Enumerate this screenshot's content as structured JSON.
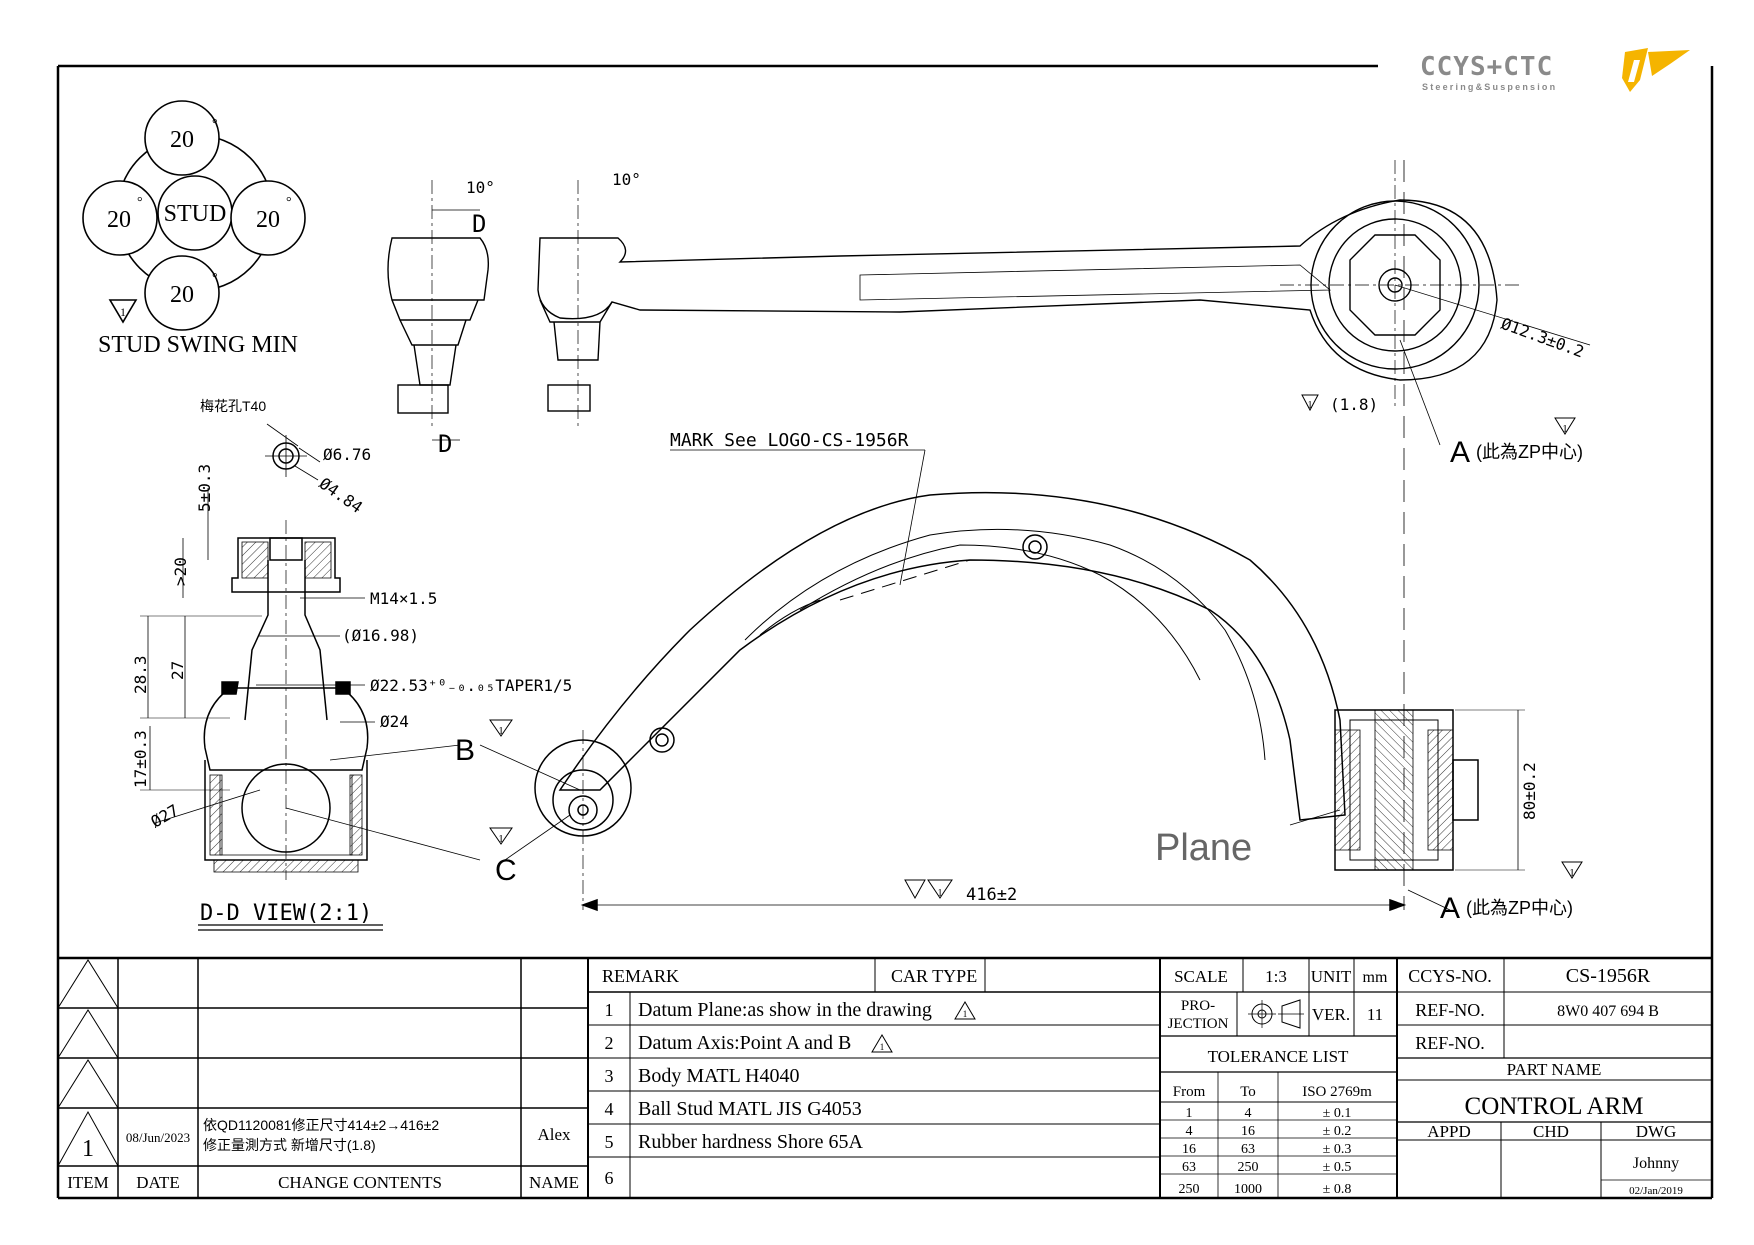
{
  "logo": {
    "brand": "CCYS+CTC",
    "tagline": "Steering&Suspension",
    "accent": "#f5b400",
    "grey": "#8a8a8a"
  },
  "stud_swing": {
    "center": "STUD",
    "top": "20",
    "left": "20",
    "right": "20",
    "bottom": "20",
    "deg": "°",
    "tri_numeral": "1",
    "caption": "STUD SWING MIN"
  },
  "dd_view": {
    "torx_label": "梅花孔T40",
    "d676": "Ø6.76",
    "d484": "Ø4.84",
    "d5": "5±0.3",
    "gt20": ">20",
    "thread": "M14×1.5",
    "d1698": "(Ø16.98)",
    "d2253": "Ø22.53⁺⁰₋₀.₀₅TAPER1/5",
    "d24": "Ø24",
    "d27": "Ø27",
    "h283": "28.3",
    "h27": "27",
    "h17": "17±0.3",
    "title": "D-D VIEW(2:1)"
  },
  "side_views": {
    "angle1": "10°",
    "angle2": "10°",
    "sec_d": "D"
  },
  "main_view": {
    "mark": "MARK See LOGO-CS-1956R",
    "d123": "Ø12.3±0.2",
    "dim18": "(1.8)",
    "tri_num": "1",
    "a_label": "A",
    "a_note": "(此為ZP中心)",
    "b_label": "B",
    "c_label": "C",
    "plane": "Plane",
    "h80": "80±0.2",
    "len": "416±2"
  },
  "revisions": {
    "rows": [
      {
        "item": "",
        "date": "",
        "contents": "",
        "name": ""
      },
      {
        "item": "",
        "date": "",
        "contents": "",
        "name": ""
      },
      {
        "item": "",
        "date": "",
        "contents": "",
        "name": ""
      },
      {
        "item": "1",
        "date": "08/Jun/2023",
        "contents_1": "依QD1120081修正尺寸414±2→416±2",
        "contents_2": "修正量測方式 新增尺寸(1.8)",
        "name": "Alex"
      }
    ],
    "headers": {
      "item": "ITEM",
      "date": "DATE",
      "contents": "CHANGE CONTENTS",
      "name": "NAME"
    }
  },
  "remarks": {
    "header": "REMARK",
    "car_type": "CAR TYPE",
    "items": [
      {
        "n": "1",
        "text": "Datum Plane:as show in the drawing"
      },
      {
        "n": "2",
        "text": "Datum Axis:Point A and B"
      },
      {
        "n": "3",
        "text": "Body MATL H4040"
      },
      {
        "n": "4",
        "text": "Ball Stud MATL JIS G4053"
      },
      {
        "n": "5",
        "text": "Rubber hardness Shore 65A"
      },
      {
        "n": "6",
        "text": ""
      }
    ]
  },
  "scale_block": {
    "scale_label": "SCALE",
    "scale_value": "1:3",
    "unit_label": "UNIT",
    "unit_value": "mm",
    "projection_1": "PRO-",
    "projection_2": "JECTION",
    "ver_label": "VER.",
    "ver_value": "11",
    "tolerance_title": "TOLERANCE LIST",
    "tol_headers": {
      "from": "From",
      "to": "To",
      "iso": "ISO 2769m"
    },
    "tol_rows": [
      {
        "from": "1",
        "to": "4",
        "tol": "± 0.1"
      },
      {
        "from": "4",
        "to": "16",
        "tol": "± 0.2"
      },
      {
        "from": "16",
        "to": "63",
        "tol": "± 0.3"
      },
      {
        "from": "63",
        "to": "250",
        "tol": "± 0.5"
      },
      {
        "from": "250",
        "to": "1000",
        "tol": "± 0.8"
      }
    ]
  },
  "part_block": {
    "ccys_label": "CCYS-NO.",
    "ccys_value": "CS-1956R",
    "ref1_label": "REF-NO.",
    "ref1_value": "8W0 407 694 B",
    "ref2_label": "REF-NO.",
    "ref2_value": "",
    "part_name_label": "PART NAME",
    "part_name": "CONTROL ARM",
    "appd": "APPD",
    "chd": "CHD",
    "dwg": "DWG",
    "dwg_name": "Johnny",
    "dwg_date": "02/Jan/2019"
  }
}
